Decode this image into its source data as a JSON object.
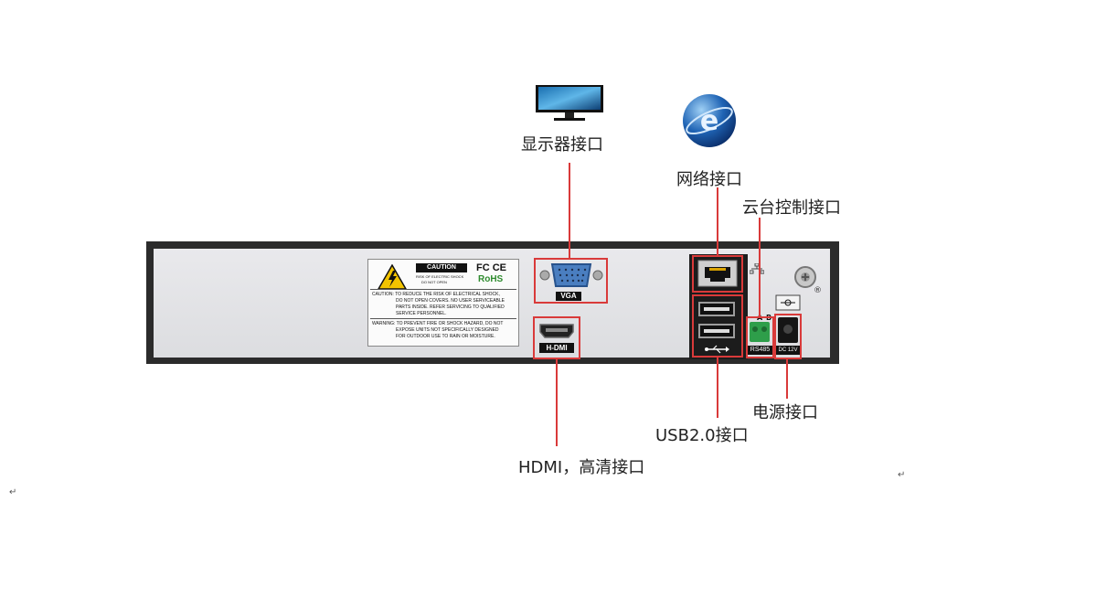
{
  "labels": {
    "monitor": "显示器接口",
    "network": "网络接口",
    "ptz": "云台控制接口",
    "power": "电源接口",
    "usb": "USB2.0接口",
    "hdmi": "HDMI，高清接口"
  },
  "ports": {
    "vga": "VGA",
    "hdmi": "H-DMI",
    "rs485": "RS485",
    "dc": "DC 12V",
    "rs485_a": "A",
    "rs485_b": "B"
  },
  "caution": {
    "title": "CAUTION",
    "sub1": "RISK OF ELECTRIC SHOCK",
    "sub2": "DO NOT OPEN",
    "fcc": "FC CE",
    "rohs": "RoHS",
    "lines": [
      "CAUTION: TO REDUCE THE RISK OF ELECTRICAL SHOCK,",
      "DO NOT OPEN COVERS. NO USER SERVICEABLE",
      "PARTS INSIDE. REFER SERVICING TO QUALIFIED",
      "SERVICE PERSONNEL.",
      "WARNING: TO PREVENT FIRE OR SHOCK HAZARD, DO NOT",
      "EXPOSE UNITS NOT SPECIFICALLY DESIGNED",
      "FOR OUTDOOR USE TO RAIN OR MOISTURE."
    ]
  },
  "paragraph_mark": "↵"
}
